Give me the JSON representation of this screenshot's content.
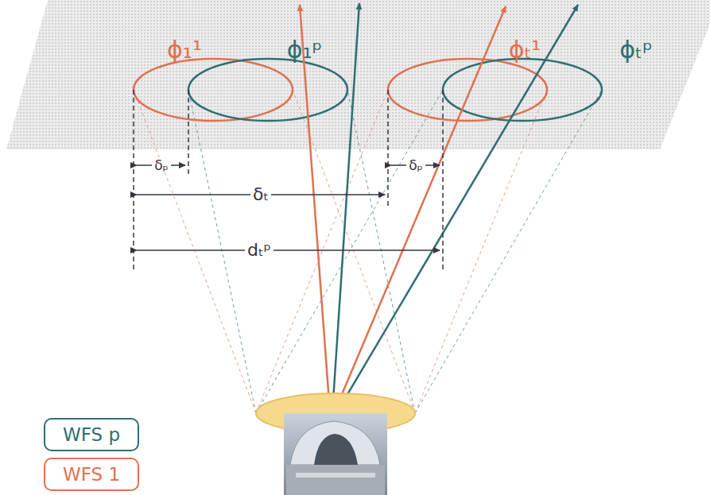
{
  "diagram": {
    "nodes": [
      {
        "text": [
          "WFS p"
        ]
      },
      {
        "text": [
          "WFS 1"
        ]
      }
    ],
    "labels": [
      "ϕ₁¹",
      "ϕ₁ᵖ",
      "ϕₜ¹",
      "ϕₜᵖ",
      "δₚ",
      "δₜ",
      "δₚ",
      "dₜᵖ"
    ]
  }
}
